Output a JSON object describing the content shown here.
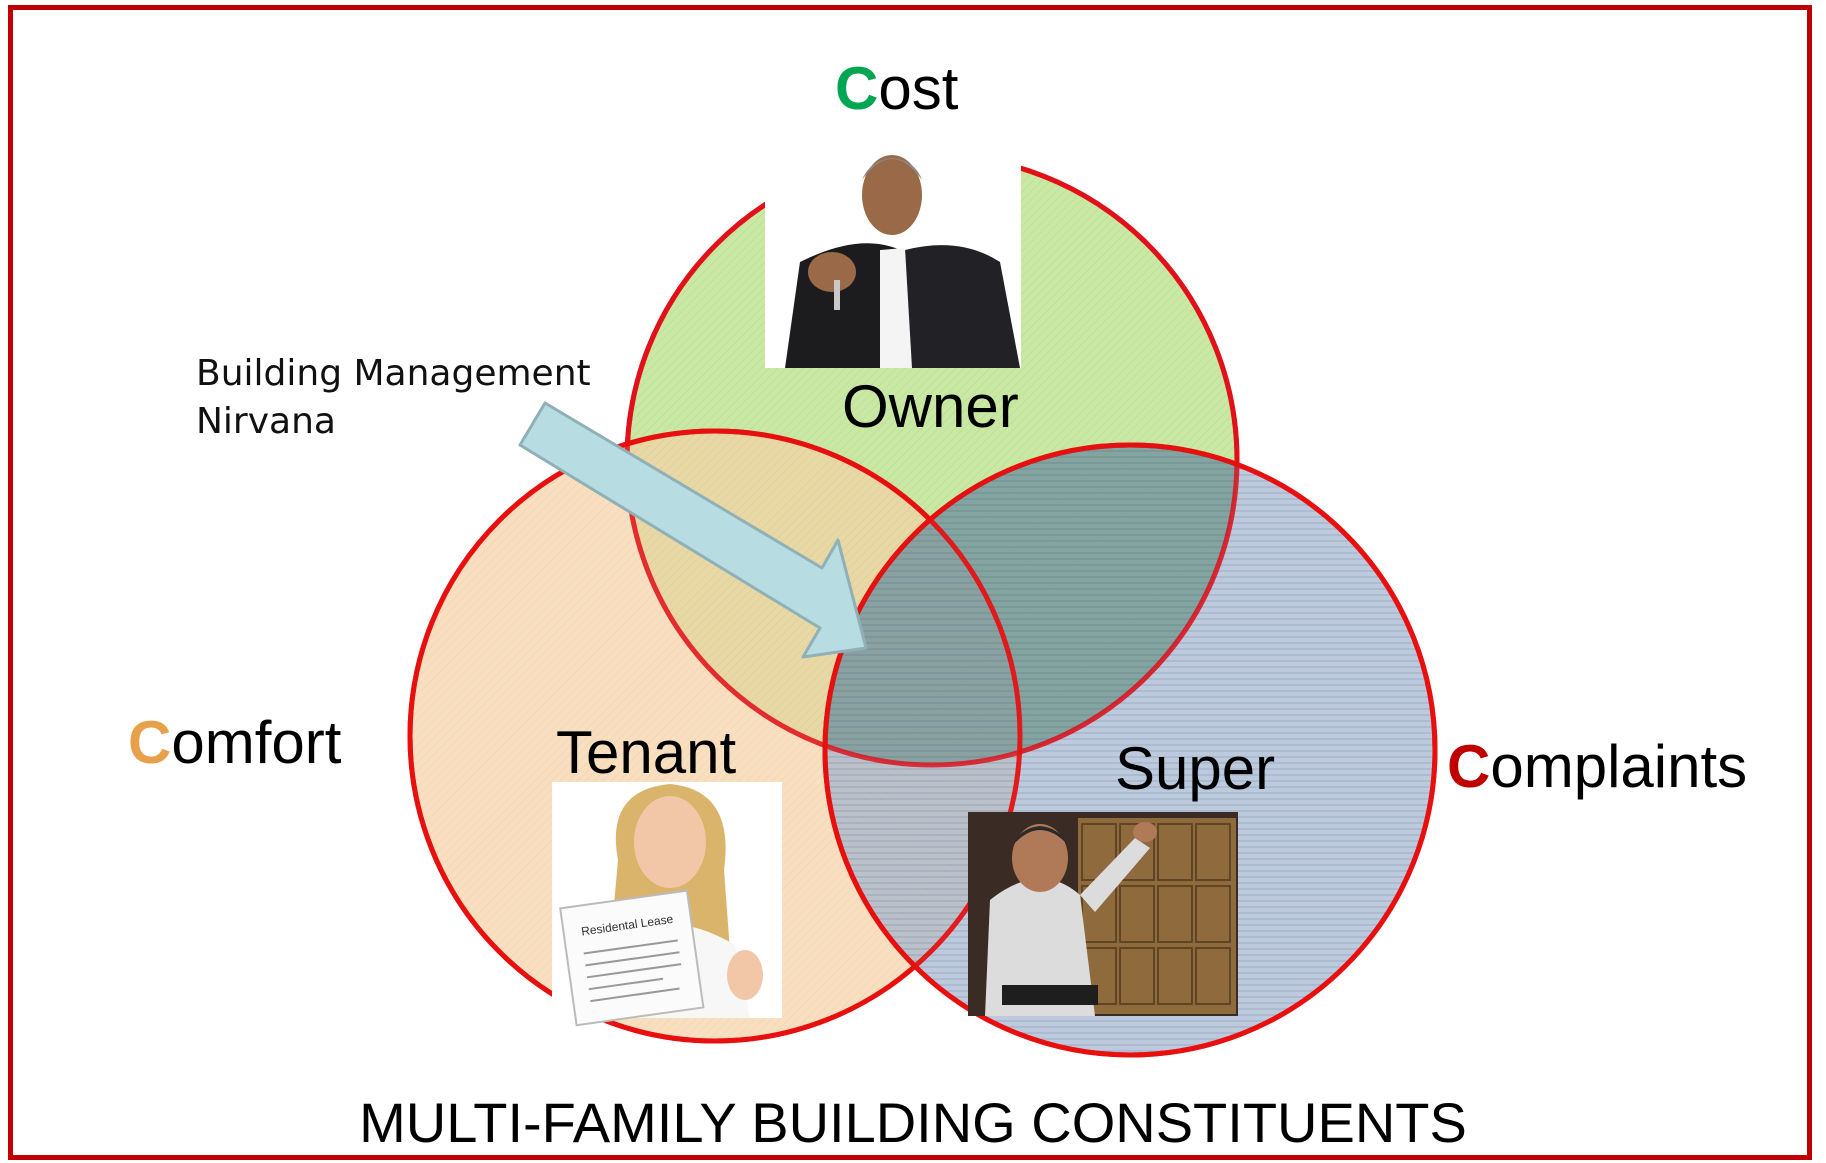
{
  "constituents": {
    "cost": {
      "lead": "C",
      "rest": "ost",
      "lead_color": "#00a651"
    },
    "comfort": {
      "lead": "C",
      "rest": "omfort",
      "lead_color": "#e8a04a"
    },
    "complaints": {
      "lead": "C",
      "rest": "omplaints",
      "lead_color": "#c00000"
    }
  },
  "roles": {
    "owner": "Owner",
    "tenant": "Tenant",
    "super": "Super"
  },
  "callout": {
    "line1": "Building Management",
    "line2": "Nirvana"
  },
  "photos": {
    "tenant_document": "Residental Lease"
  },
  "footer": "MULTI-FAMILY BUILDING CONSTITUENTS",
  "colors": {
    "frame": "#c00000",
    "circle_border": "#e81010",
    "owner_fill": "#c5e6a0",
    "tenant_fill": "#f5cfa0",
    "super_fill": "#9aaec8",
    "arrow_fill": "#b7dde3",
    "arrow_stroke": "#8fb0b6"
  }
}
